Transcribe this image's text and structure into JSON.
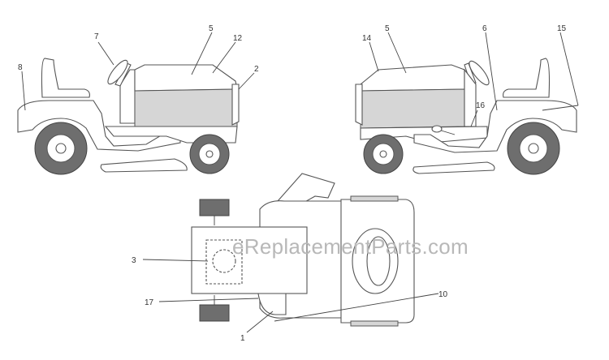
{
  "watermark": "eReplacementParts.com",
  "callouts": {
    "left_view": [
      "7",
      "5",
      "12",
      "8",
      "2"
    ],
    "right_view": [
      "14",
      "5",
      "6",
      "15",
      "16"
    ],
    "top_view": [
      "3",
      "17",
      "10",
      "1"
    ]
  },
  "colors": {
    "outline": "#555555",
    "tire": "#6e6e6e",
    "shade": "#d6d6d6",
    "watermark": "#b8b8b8"
  }
}
